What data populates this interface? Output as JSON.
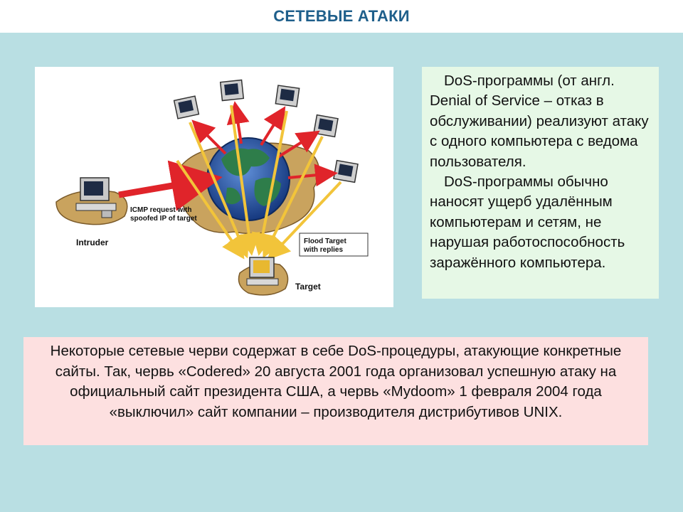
{
  "slide": {
    "title": "СЕТЕВЫЕ АТАКИ"
  },
  "figure": {
    "intruder_label": "Intruder",
    "icmp_line1": "ICMP request with",
    "icmp_line2": "spoofed IP of target",
    "flood_line1": "Flood Target",
    "flood_line2": "with replies",
    "target_label": "Target",
    "colors": {
      "request_arrow": "#e0242a",
      "reply_arrow": "#f2c43a",
      "globe_ocean": "#1f4aa0",
      "globe_land": "#2e7d4a",
      "map": "#c9a35e"
    }
  },
  "dos_box": {
    "paragraph1": "DoS-программы (от англ. Denial of Service – отказ в обслуживании) реализуют атаку с одного компьютера с ведома пользователя.",
    "paragraph2": "DoS-программы обычно наносят ущерб удалённым компьютерам и сетям, не нарушая работоспособность заражённого компьютера."
  },
  "worm_box": {
    "text": "Некоторые сетевые черви содержат в себе DoS-процедуры, атакующие конкретные сайты. Так, червь «Codered» 20 августа 2001 года организовал успешную атаку на официальный сайт президента США, а червь «Mydoom» 1 февраля 2004 года «выключил» сайт компании – производителя дистрибутивов UNIX."
  }
}
